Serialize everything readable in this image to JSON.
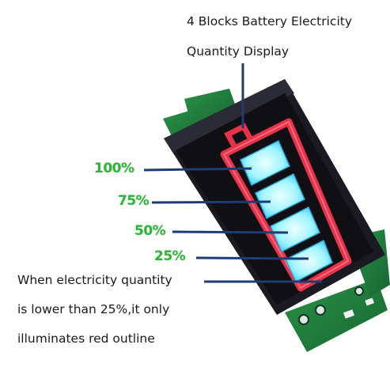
{
  "title": {
    "line1": "4 Blocks Battery Electricity",
    "line2": "Quantity Display"
  },
  "levels": [
    {
      "label": "100%"
    },
    {
      "label": "75%"
    },
    {
      "label": "50%"
    },
    {
      "label": "25%"
    }
  ],
  "note": {
    "line1": "When electricity quantity",
    "line2": "is lower than 25%,it only",
    "line3": "illuminates red outline"
  },
  "colors": {
    "pcb_green": "#1e7a3a",
    "module_black": "#111116",
    "outline_red": "#e8324a",
    "block_cyan": "#8ff3ff",
    "label_green": "#2fb33a",
    "leader_navy": "#1f3b73"
  }
}
